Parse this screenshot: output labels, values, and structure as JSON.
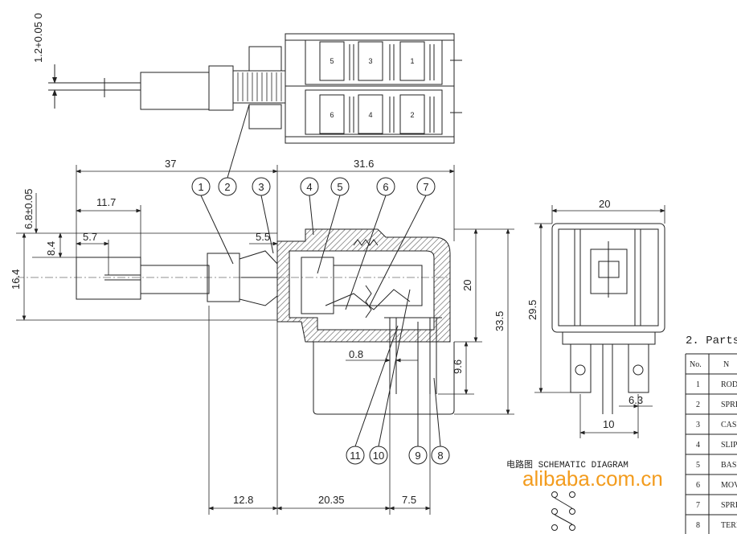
{
  "colors": {
    "line": "#222222",
    "watermark": "#f39c1e",
    "hatch": "#555555"
  },
  "dimensions": {
    "d_top_tol": "1.2+0.05 0",
    "d37": "37",
    "d316": "31.6",
    "d117": "11.7",
    "d68": "6.8±0.05",
    "d84": "8.4",
    "d57": "5.7",
    "d55": "5.5",
    "d164": "16.4",
    "d20_side": "20",
    "d335": "33.5",
    "d08": "0.8",
    "d96": "9.6",
    "d128": "12.8",
    "d2035": "20.35",
    "d75": "7.5",
    "d20_end": "20",
    "d295": "29.5",
    "d63": "6.3",
    "d10": "10"
  },
  "balloons": [
    "1",
    "2",
    "3",
    "4",
    "5",
    "6",
    "7",
    "11",
    "10",
    "9",
    "8"
  ],
  "cell_numbers": [
    "5",
    "3",
    "1",
    "6",
    "4",
    "2"
  ],
  "parts": {
    "heading": "2. Parts",
    "col_no": "No.",
    "col_name": "N",
    "rows": [
      {
        "no": "1",
        "name": "ROD"
      },
      {
        "no": "2",
        "name": "SPRI"
      },
      {
        "no": "3",
        "name": "CASI"
      },
      {
        "no": "4",
        "name": "SLIP"
      },
      {
        "no": "5",
        "name": "BASI"
      },
      {
        "no": "6",
        "name": "MOVI"
      },
      {
        "no": "7",
        "name": "SPRI"
      },
      {
        "no": "8",
        "name": "TERN"
      }
    ]
  },
  "schematic_label": "电路图 SCHEMATIC DIAGRAM",
  "watermark": "alibaba.com.cn"
}
